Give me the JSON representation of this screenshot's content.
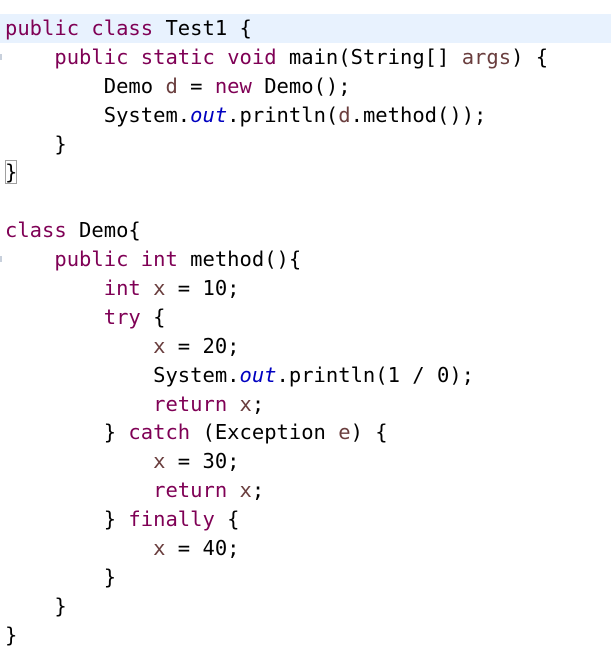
{
  "editor": {
    "current_line": 1,
    "colors": {
      "keyword": "#7f0055",
      "local_variable": "#6a3e3e",
      "static_field": "#0000c0",
      "current_line_bg": "#e8f2fe"
    },
    "lines": [
      {
        "tokens": [
          [
            "kw",
            "public"
          ],
          [
            "plain",
            " "
          ],
          [
            "kw",
            "class"
          ],
          [
            "plain",
            " Test1 {"
          ]
        ]
      },
      {
        "tokens": [
          [
            "plain",
            "    "
          ],
          [
            "kw",
            "public"
          ],
          [
            "plain",
            " "
          ],
          [
            "kw",
            "static"
          ],
          [
            "plain",
            " "
          ],
          [
            "kw",
            "void"
          ],
          [
            "plain",
            " main(String[] "
          ],
          [
            "var",
            "args"
          ],
          [
            "plain",
            ") {"
          ]
        ]
      },
      {
        "tokens": [
          [
            "plain",
            "        Demo "
          ],
          [
            "var",
            "d"
          ],
          [
            "plain",
            " = "
          ],
          [
            "kw",
            "new"
          ],
          [
            "plain",
            " Demo();"
          ]
        ]
      },
      {
        "tokens": [
          [
            "plain",
            "        System."
          ],
          [
            "field",
            "out"
          ],
          [
            "plain",
            ".println("
          ],
          [
            "var",
            "d"
          ],
          [
            "plain",
            ".method());"
          ]
        ]
      },
      {
        "tokens": [
          [
            "plain",
            "    }"
          ]
        ]
      },
      {
        "tokens": [
          [
            "box",
            "}"
          ]
        ]
      },
      {
        "tokens": []
      },
      {
        "tokens": [
          [
            "kw",
            "class"
          ],
          [
            "plain",
            " Demo{"
          ]
        ]
      },
      {
        "tokens": [
          [
            "plain",
            "    "
          ],
          [
            "kw",
            "public"
          ],
          [
            "plain",
            " "
          ],
          [
            "kw",
            "int"
          ],
          [
            "plain",
            " method(){"
          ]
        ]
      },
      {
        "tokens": [
          [
            "plain",
            "        "
          ],
          [
            "kw",
            "int"
          ],
          [
            "plain",
            " "
          ],
          [
            "var",
            "x"
          ],
          [
            "plain",
            " = 10;"
          ]
        ]
      },
      {
        "tokens": [
          [
            "plain",
            "        "
          ],
          [
            "kw",
            "try"
          ],
          [
            "plain",
            " {"
          ]
        ]
      },
      {
        "tokens": [
          [
            "plain",
            "            "
          ],
          [
            "var",
            "x"
          ],
          [
            "plain",
            " = 20;"
          ]
        ]
      },
      {
        "tokens": [
          [
            "plain",
            "            System."
          ],
          [
            "field",
            "out"
          ],
          [
            "plain",
            ".println(1 / 0);"
          ]
        ]
      },
      {
        "tokens": [
          [
            "plain",
            "            "
          ],
          [
            "kw",
            "return"
          ],
          [
            "plain",
            " "
          ],
          [
            "var",
            "x"
          ],
          [
            "plain",
            ";"
          ]
        ]
      },
      {
        "tokens": [
          [
            "plain",
            "        } "
          ],
          [
            "kw",
            "catch"
          ],
          [
            "plain",
            " (Exception "
          ],
          [
            "var",
            "e"
          ],
          [
            "plain",
            ") {"
          ]
        ]
      },
      {
        "tokens": [
          [
            "plain",
            "            "
          ],
          [
            "var",
            "x"
          ],
          [
            "plain",
            " = 30;"
          ]
        ]
      },
      {
        "tokens": [
          [
            "plain",
            "            "
          ],
          [
            "kw",
            "return"
          ],
          [
            "plain",
            " "
          ],
          [
            "var",
            "x"
          ],
          [
            "plain",
            ";"
          ]
        ]
      },
      {
        "tokens": [
          [
            "plain",
            "        } "
          ],
          [
            "kw",
            "finally"
          ],
          [
            "plain",
            " {"
          ]
        ]
      },
      {
        "tokens": [
          [
            "plain",
            "            "
          ],
          [
            "var",
            "x"
          ],
          [
            "plain",
            " = 40;"
          ]
        ]
      },
      {
        "tokens": [
          [
            "plain",
            "        }"
          ]
        ]
      },
      {
        "tokens": [
          [
            "plain",
            "    }"
          ]
        ]
      },
      {
        "tokens": [
          [
            "plain",
            "}"
          ]
        ]
      }
    ],
    "gutter_markers": [
      2,
      9
    ]
  }
}
